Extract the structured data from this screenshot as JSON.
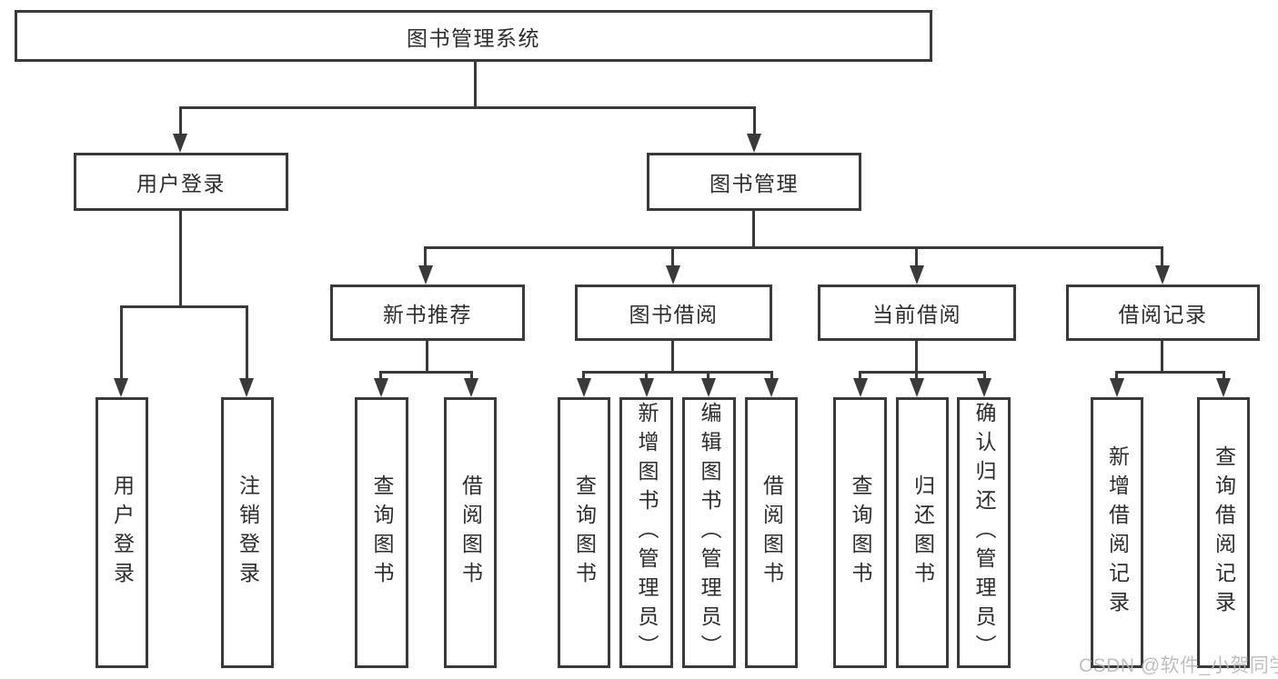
{
  "diagram": {
    "watermark": "CSDN @软件_小贺同学",
    "colors": {
      "line": "#3a3a3a",
      "box_border": "#3a3a3a",
      "box_fill": "#ffffff",
      "text": "#2d2d2d",
      "watermark": "#b9b9b9",
      "background": "#ffffff"
    },
    "tree": {
      "root": {
        "label": "图书管理系统",
        "children": [
          {
            "label": "用户登录",
            "children": [
              {
                "label": "用户登录"
              },
              {
                "label": "注销登录"
              }
            ]
          },
          {
            "label": "图书管理",
            "children": [
              {
                "label": "新书推荐",
                "children": [
                  {
                    "label": "查询图书"
                  },
                  {
                    "label": "借阅图书"
                  }
                ]
              },
              {
                "label": "图书借阅",
                "children": [
                  {
                    "label": "查询图书"
                  },
                  {
                    "label": "新增图书（管理员）"
                  },
                  {
                    "label": "编辑图书（管理员）"
                  },
                  {
                    "label": "借阅图书"
                  }
                ]
              },
              {
                "label": "当前借阅",
                "children": [
                  {
                    "label": "查询图书"
                  },
                  {
                    "label": "归还图书"
                  },
                  {
                    "label": "确认归还（管理员）"
                  }
                ]
              },
              {
                "label": "借阅记录",
                "children": [
                  {
                    "label": "新增借阅记录"
                  },
                  {
                    "label": "查询借阅记录"
                  }
                ]
              }
            ]
          }
        ]
      }
    }
  }
}
